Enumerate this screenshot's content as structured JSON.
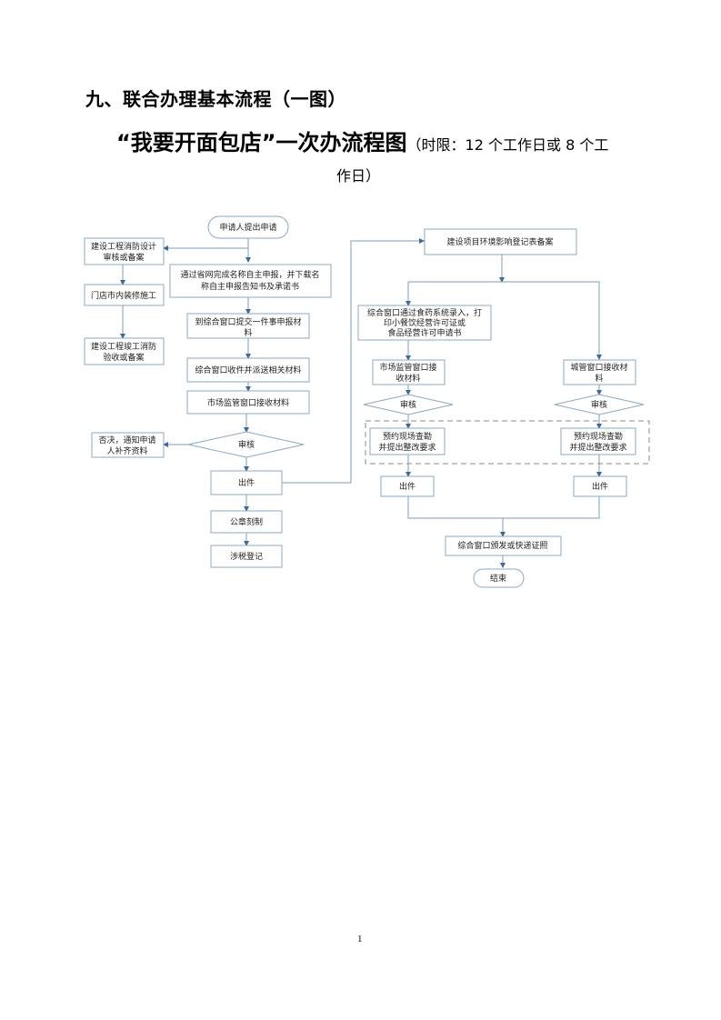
{
  "heading": "九、联合办理基本流程（一图）",
  "subheading": {
    "title": "“我要开面包店”一次办流程图",
    "note_line1": "（时限：12 个工作日或 8 个工",
    "note_line2": "作日）"
  },
  "flowchart": {
    "start": "申请人提出申请",
    "left_branch": {
      "fire_design": [
        "建设工程消防设计",
        "审核或备案"
      ],
      "renovation": "门店市内装修施工",
      "fire_acceptance": [
        "建设工程竣工消防",
        "验收或备案"
      ]
    },
    "main": {
      "name_declare": [
        "通过省网完成名称自主申报，并下载名",
        "称自主申报告知书及承诺书"
      ],
      "submit": [
        "到综合窗口提交一件事申报材",
        "料"
      ],
      "dispatch": "综合窗口收件并派送相关材料",
      "market_receive": "市场监管窗口接收材料",
      "review": "审核",
      "reject": [
        "否决，通知申请",
        "人补齐资料"
      ],
      "issue": "出件",
      "seal": "公章刻制",
      "tax": "涉税登记"
    },
    "right": {
      "env": "建设项目环境影响登记表备案",
      "food_entry": [
        "综合窗口通过食药系统录入，打",
        "印小餐饮经营许可证或",
        "食品经营许可申请书"
      ],
      "market_receive": [
        "市场监管窗口接",
        "收材料"
      ],
      "urban_receive": [
        "城管窗口接收材",
        "料"
      ],
      "review_left": "审核",
      "review_right": "审核",
      "inspect_left": [
        "预约现场查勘",
        "并提出整改要求"
      ],
      "inspect_right": [
        "预约现场查勘",
        "并提出整改要求"
      ],
      "issue_left": "出件",
      "issue_right": "出件",
      "deliver": "综合窗口颁发或快递证照",
      "end": "结束"
    }
  },
  "page_number": "1"
}
